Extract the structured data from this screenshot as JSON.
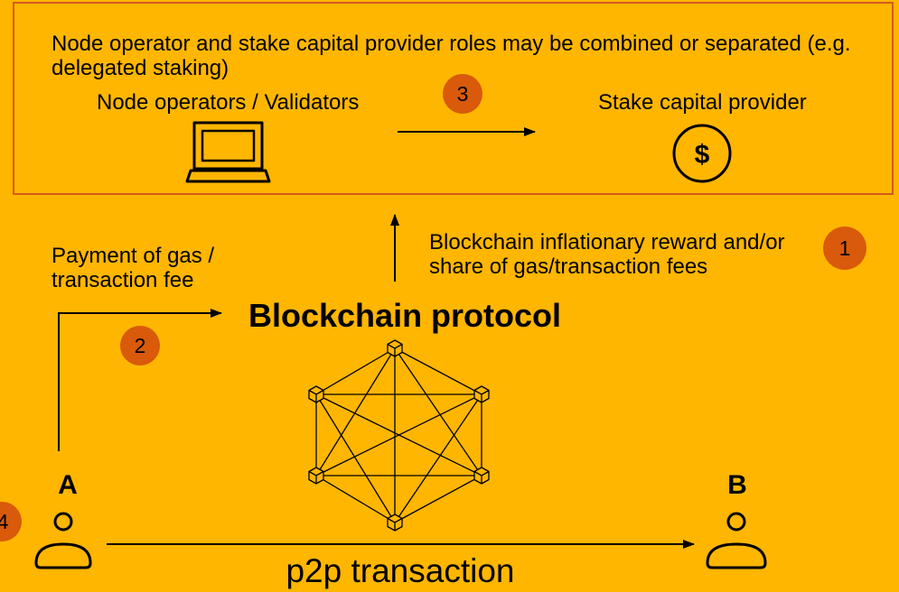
{
  "colors": {
    "background": "#FFB600",
    "box_border": "#D8591C",
    "badge": "#D85A0A",
    "badge_text": "#FFB36B",
    "ink": "#000000"
  },
  "roles_box": {
    "note_line1": "Node operator and stake capital provider roles may be combined or separated (e.g.",
    "note_line2": "delegated staking)",
    "node_operators_label": "Node operators / Validators",
    "stake_provider_label": "Stake capital provider",
    "dollar_symbol": "$",
    "laptop_icon": "laptop-icon",
    "dollar_icon": "dollar-circle-icon"
  },
  "steps": {
    "one": "1",
    "two": "2",
    "three": "3",
    "four": "4"
  },
  "reward_label": [
    "Blockchain inflationary reward and/or",
    "share of gas/transaction fees"
  ],
  "payment_label": [
    "Payment of gas /",
    "transaction fee"
  ],
  "protocol": {
    "title": "Blockchain protocol",
    "node_icon": "cube-icon"
  },
  "parties": {
    "a": "A",
    "b": "B",
    "person_icon": "user-icon"
  },
  "transaction_label": "p2p transaction"
}
